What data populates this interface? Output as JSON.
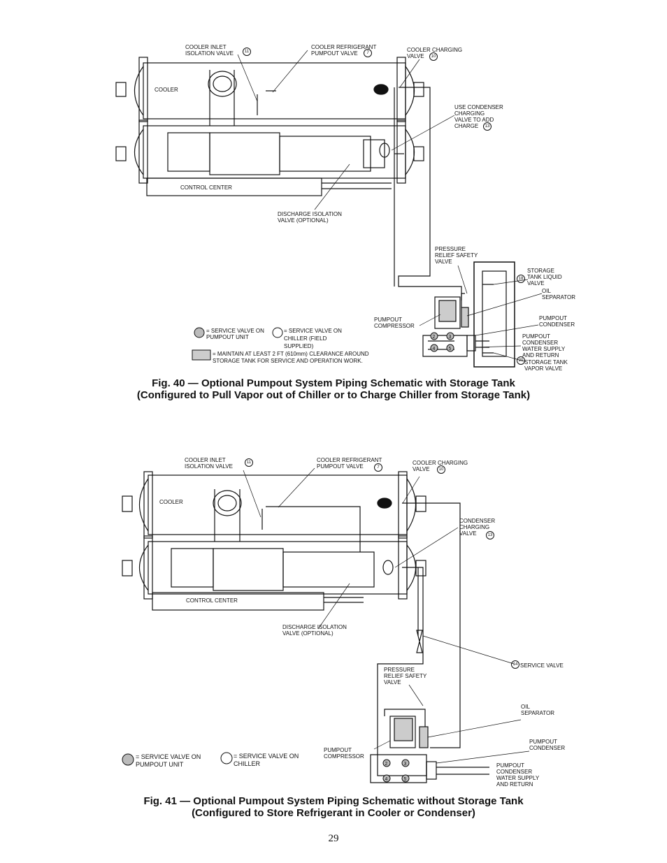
{
  "fig40": {
    "labels": {
      "cooler_inlet_iso": "COOLER INLET\nISOLATION VALVE",
      "cooler_ref_pumpout": "COOLER REFRIGERANT\nPUMPOUT VALVE",
      "cooler_charging": "COOLER CHARGING\nVALVE",
      "cooler": "COOLER",
      "use_condenser": "USE CONDENSER\nCHARGING\nVALVE TO ADD\nCHARGE",
      "control_center": "CONTROL CENTER",
      "discharge_iso": "DISCHARGE ISOLATION\nVALVE (OPTIONAL)",
      "pressure_relief": "PRESSURE\nRELIEF SAFETY\nVALVE",
      "storage_liquid": "STORAGE\nTANK LIQUID\nVALVE",
      "oil_separator": "OIL\nSEPARATOR",
      "pumpout_compressor": "PUMPOUT\nCOMPRESSOR",
      "pumpout_condenser": "PUMPOUT\nCONDENSER",
      "pumpout_cond_water": "PUMPOUT\nCONDENSER\nWATER SUPPLY\nAND RETURN",
      "storage_vapor": "STORAGE TANK\nVAPOR VALVE"
    },
    "valve_numbers": {
      "v11": "11",
      "v7": "7",
      "v10": "10",
      "v13": "13",
      "v18": "18",
      "v20": "20"
    },
    "legend": {
      "pumpout_unit": "SERVICE VALVE ON\nPUMPOUT UNIT",
      "chiller": "SERVICE VALVE ON\nCHILLER (FIELD\nSUPPLIED)",
      "clearance": "MAINTAIN AT LEAST 2 FT (610mm) CLEARANCE AROUND\nSTORAGE TANK FOR SERVICE AND OPERATION WORK."
    },
    "caption": "Fig. 40 — Optional Pumpout System Piping Schematic with Storage Tank\n(Configured to Pull Vapor out of Chiller or to Charge Chiller from Storage Tank)"
  },
  "fig41": {
    "labels": {
      "cooler_inlet_iso": "COOLER INLET\nISOLATION VALVE",
      "cooler_ref_pumpout": "COOLER REFRIGERANT\nPUMPOUT VALVE",
      "cooler_charging": "COOLER CHARGING\nVALVE",
      "cooler": "COOLER",
      "condenser_charging": "CONDENSER\nCHARGING\nVALVE",
      "control_center": "CONTROL CENTER",
      "discharge_iso": "DISCHARGE ISOLATION\nVALVE (OPTIONAL)",
      "service_valve": "SERVICE VALVE",
      "pressure_relief": "PRESSURE\nRELIEF SAFETY\nVALVE",
      "oil_separator": "OIL\nSEPARATOR",
      "pumpout_condenser": "PUMPOUT\nCONDENSER",
      "pumpout_compressor": "PUMPOUT\nCOMPRESSOR",
      "pumpout_cond_water": "PUMPOUT\nCONDENSER\nWATER SUPPLY\nAND RETURN"
    },
    "valve_numbers": {
      "v11": "11",
      "v7": "7",
      "v10": "10",
      "v13": "13",
      "v14": "14"
    },
    "legend": {
      "pumpout_unit": "SERVICE VALVE ON\nPUMPOUT UNIT",
      "chiller": "SERVICE VALVE ON\nCHILLER"
    },
    "caption": "Fig. 41 — Optional Pumpout System Piping Schematic without Storage Tank\n(Configured to Store Refrigerant in Cooler or Condenser)"
  },
  "pump_valves": [
    "2",
    "3",
    "4",
    "5"
  ],
  "page_number": "29"
}
